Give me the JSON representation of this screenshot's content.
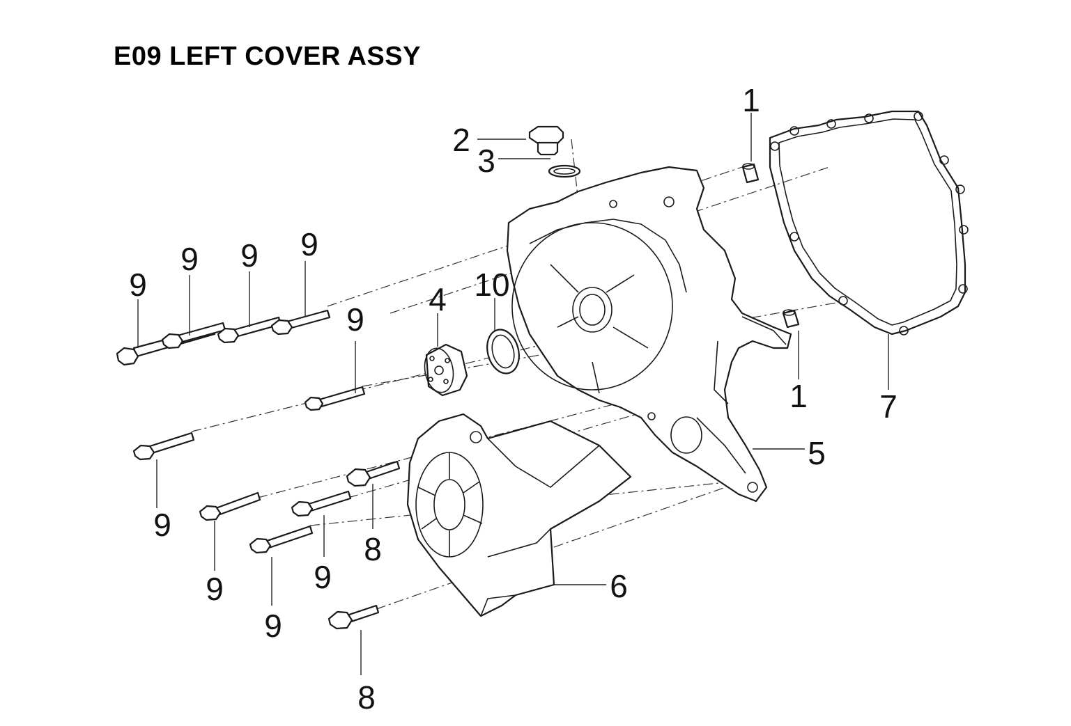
{
  "title": "E09 LEFT COVER ASSY",
  "callouts": [
    {
      "id": "c1a",
      "text": "1"
    },
    {
      "id": "c1b",
      "text": "1"
    },
    {
      "id": "c2",
      "text": "2"
    },
    {
      "id": "c3",
      "text": "3"
    },
    {
      "id": "c4",
      "text": "4"
    },
    {
      "id": "c5",
      "text": "5"
    },
    {
      "id": "c6",
      "text": "6"
    },
    {
      "id": "c7",
      "text": "7"
    },
    {
      "id": "c8a",
      "text": "8"
    },
    {
      "id": "c8b",
      "text": "8"
    },
    {
      "id": "c9a",
      "text": "9"
    },
    {
      "id": "c9b",
      "text": "9"
    },
    {
      "id": "c9c",
      "text": "9"
    },
    {
      "id": "c9d",
      "text": "9"
    },
    {
      "id": "c9e",
      "text": "9"
    },
    {
      "id": "c9f",
      "text": "9"
    },
    {
      "id": "c9g",
      "text": "9"
    },
    {
      "id": "c9h",
      "text": "9"
    },
    {
      "id": "c9i",
      "text": "9"
    },
    {
      "id": "c10",
      "text": "10"
    }
  ]
}
